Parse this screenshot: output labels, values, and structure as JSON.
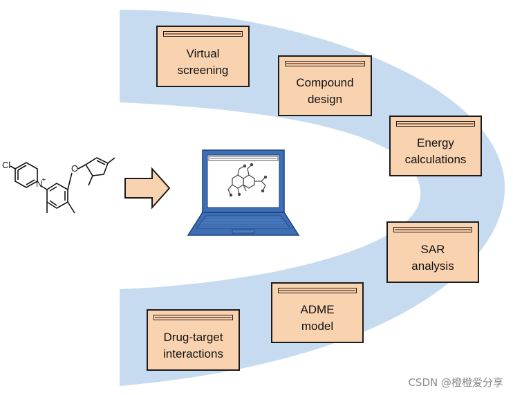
{
  "diagram": {
    "steps": [
      {
        "id": "virtual-screening",
        "label": "Virtual\nscreening"
      },
      {
        "id": "compound-design",
        "label": "Compound\ndesign"
      },
      {
        "id": "energy-calculations",
        "label": "Energy\ncalculations"
      },
      {
        "id": "sar-analysis",
        "label": "SAR\nanalysis"
      },
      {
        "id": "adme-model",
        "label": "ADME\nmodel"
      },
      {
        "id": "drug-target-interactions",
        "label": "Drug-target\ninteractions"
      }
    ],
    "molecule_atoms": {
      "chlorine": "Cl",
      "nitrogen": "N",
      "oxygen": "O"
    },
    "colors": {
      "arc_fill": "#c7dbf0",
      "box_fill": "#f9d3b0",
      "laptop_blue": "#3d6fb6",
      "arrow_fill": "#f9d3b0"
    }
  },
  "watermark": "CSDN @橙橙爱分享"
}
